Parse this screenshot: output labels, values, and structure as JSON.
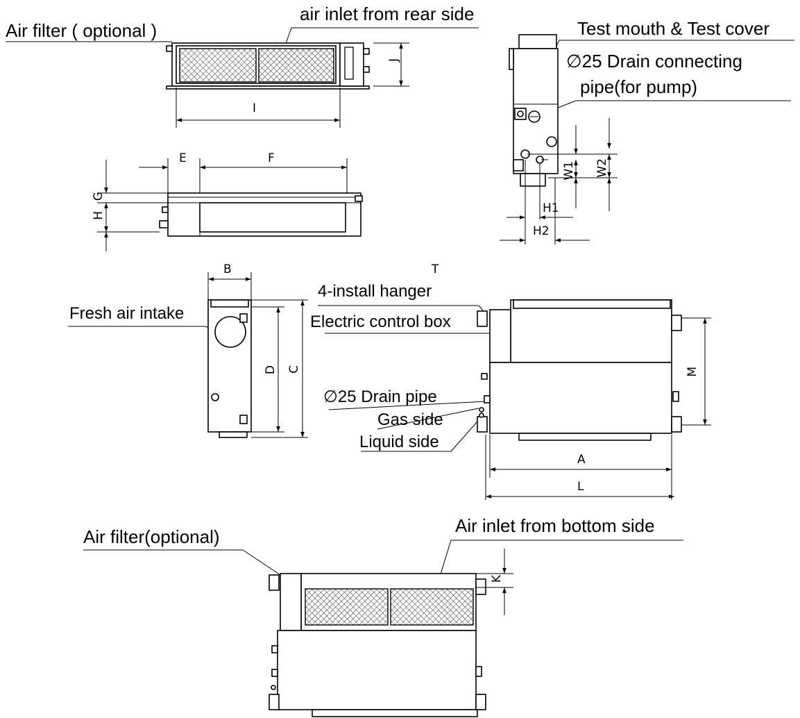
{
  "labels": {
    "air_filter_top": "Air filter ( optional )",
    "air_inlet_rear": "air inlet from rear side",
    "test_mouth": "Test mouth & Test cover",
    "drain_25_line1": "∅25 Drain connecting",
    "drain_25_line2": "pipe(for pump)",
    "install_hanger": "4-install hanger",
    "fresh_air": "Fresh air intake",
    "electric_box": "Electric control box",
    "drain_pipe": "∅25 Drain pipe",
    "gas_side": "Gas side",
    "liquid_side": "Liquid side",
    "air_filter_bottom": "Air filter(optional)",
    "air_inlet_bottom": "Air inlet from bottom side"
  },
  "dimensions": {
    "A": "A",
    "B": "B",
    "C": "C",
    "D": "D",
    "E": "E",
    "F": "F",
    "G": "G",
    "H": "H",
    "I": "I",
    "J": "J",
    "K": "K",
    "L": "L",
    "M": "M",
    "T": "T",
    "H1": "H1",
    "H2": "H2",
    "W1": "W1",
    "W2": "W2"
  },
  "icons": [
    "dimension-arrow",
    "filter-mesh",
    "hanger-bracket"
  ]
}
